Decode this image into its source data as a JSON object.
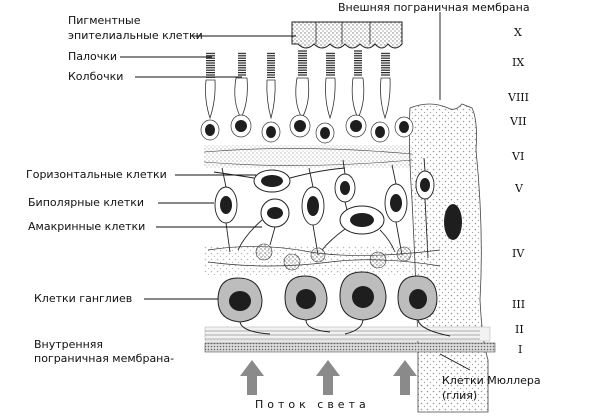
{
  "labels": {
    "pigment_1": "Пигментные",
    "pigment_2": "эпителиальные клетки",
    "rods": "Палочки",
    "cones": "Колбочки",
    "outer_membrane": "Внешняя пограничная мембрана",
    "horizontal": "Горизонтальные клетки",
    "bipolar": "Биполярные клетки",
    "amacrine": "Амакринные клетки",
    "ganglion": "Клетки ганглиев",
    "inner_membrane_1": "Внутренняя",
    "inner_membrane_2": "пограничная мембрана-",
    "muller_1": "Клетки Мюллера",
    "muller_2": "(глия)",
    "light_flow": "Поток света"
  },
  "layers": [
    "X",
    "IX",
    "VIII",
    "VII",
    "VI",
    "V",
    "IV",
    "III",
    "II",
    "I"
  ],
  "colors": {
    "ink": "#111111",
    "cell_dark": "#1e1e1e",
    "stipple": "#bdbdbd",
    "arrow": "#8a8a8a"
  }
}
